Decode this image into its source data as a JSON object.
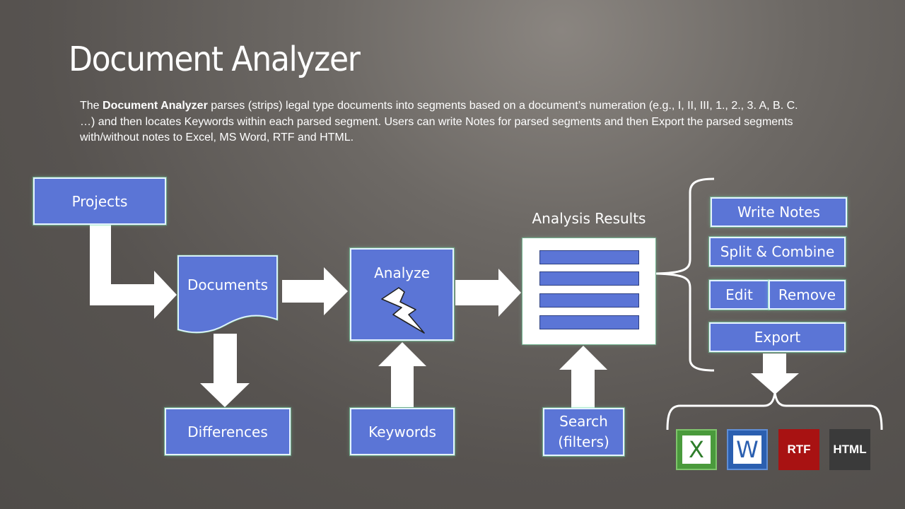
{
  "slide": {
    "title": "Document Analyzer",
    "description": {
      "prefix": "The ",
      "bold": "Document Analyzer",
      "rest": " parses (strips) legal type documents into segments based on a document’s numeration (e.g., I, II, III, 1., 2., 3. A, B. C. …) and then locates Keywords within each parsed segment. Users can write Notes for parsed segments and then Export the parsed segments with/without notes to Excel, MS Word, RTF and HTML."
    }
  },
  "diagram": {
    "projects": "Projects",
    "documents": "Documents",
    "differences": "Differences",
    "analyze": "Analyze",
    "keywords": "Keywords",
    "analysis_results": "Analysis Results",
    "search_line1": "Search",
    "search_line2": "(filters)",
    "actions": {
      "write_notes": "Write Notes",
      "split_combine": "Split & Combine",
      "edit": "Edit",
      "remove": "Remove",
      "export": "Export"
    },
    "formats": {
      "excel": "X",
      "word": "W",
      "rtf": "RTF",
      "html": "HTML"
    }
  },
  "colors": {
    "box_fill": "#5b75d6",
    "box_border": "#e6f3ff",
    "excel_green": "#4a9a3c",
    "word_blue": "#2b5fb0",
    "rtf_red": "#a81212",
    "html_dark": "#3a3a3a"
  },
  "icons": {
    "analyze": "lightning-bolt-icon",
    "excel": "excel-icon",
    "word": "word-icon",
    "rtf": "rtf-icon",
    "html": "html-icon"
  }
}
